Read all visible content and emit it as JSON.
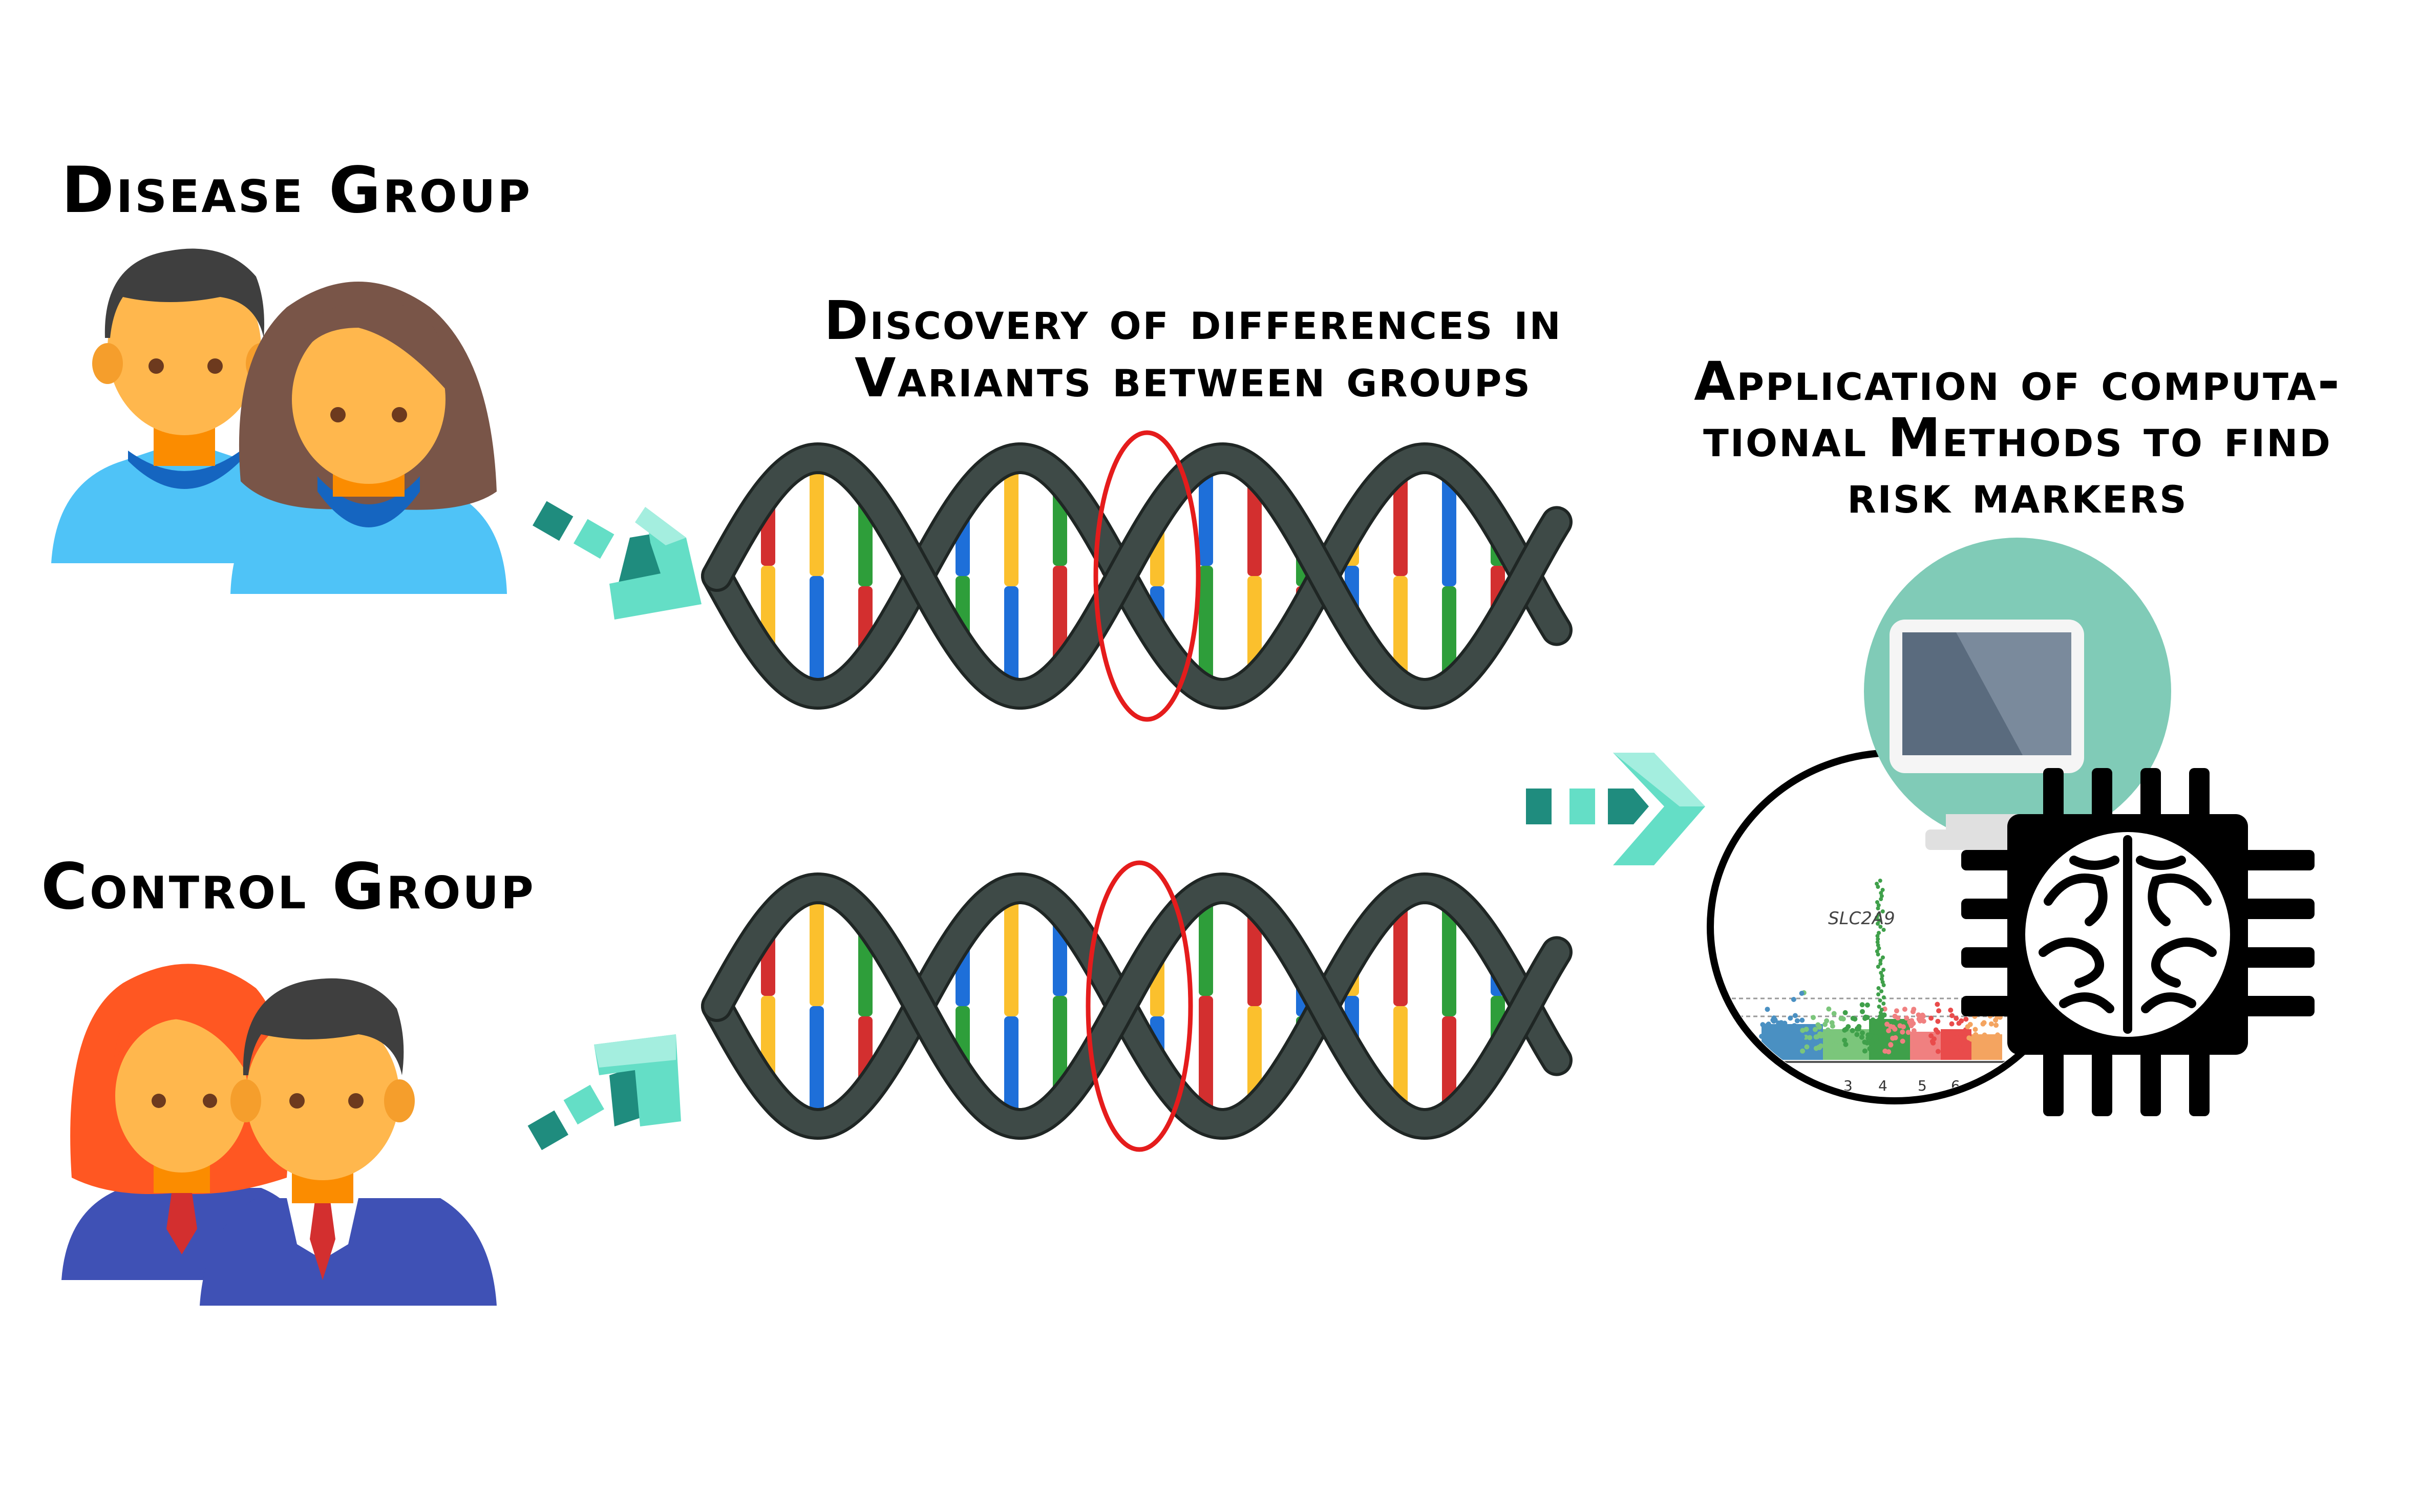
{
  "groups": {
    "disease": {
      "title": "Disease Group"
    },
    "control": {
      "title": "Control Group"
    }
  },
  "steps": {
    "discovery": {
      "line1": "Discovery of differences in",
      "line2": "Variants between groups"
    },
    "computation": {
      "line1": "Application of computa-",
      "line2": "tional Methods to find",
      "line3": "risk markers"
    }
  },
  "manhattan_plot": {
    "gene_label": "SLC2A9",
    "ticks": [
      "3",
      "4",
      "5",
      "6"
    ]
  },
  "colors": {
    "disease_shirt": "#4FC3F7",
    "control_suit": "#3F51B5",
    "skin": "#FFB74D",
    "helix_backbone": "#3E4A47",
    "highlight_ellipse": "#E51C1C",
    "arrow_dark": "#1F8C7E",
    "arrow_light": "#64DEC6",
    "monitor_circle": "#80CBB7",
    "base_red": "#D32F2F",
    "base_yellow": "#FBC02D",
    "base_blue": "#1E6FD9",
    "base_green": "#2E9E3A"
  },
  "icons": [
    "disease-group-people-icon",
    "control-group-people-icon",
    "dna-helix-icon",
    "computer-monitor-icon",
    "brain-chip-icon",
    "manhattan-plot-icon",
    "arrow-icon"
  ]
}
